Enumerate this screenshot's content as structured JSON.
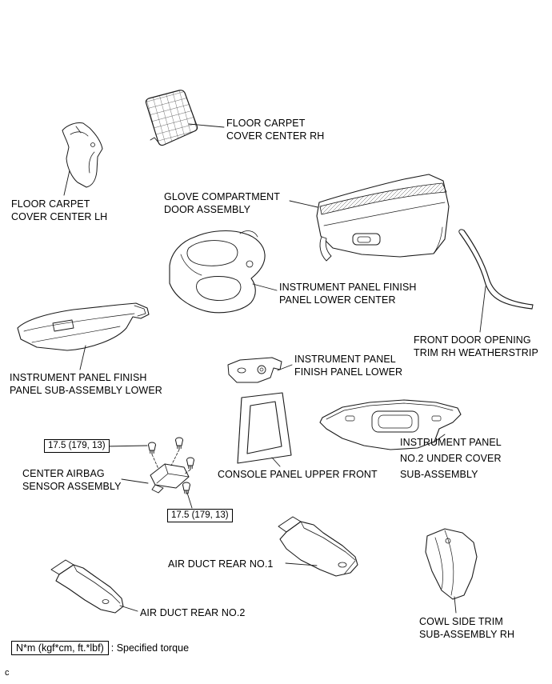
{
  "page": {
    "corner_mark": "c"
  },
  "colors": {
    "ink": "#1a1a1a",
    "background": "#ffffff"
  },
  "legend": {
    "torque_box": "N*m (kgf*cm, ft.*lbf)",
    "torque_desc": ": Specified torque"
  },
  "callouts": {
    "torque_1": "17.5 (179, 13)",
    "torque_2": "17.5 (179, 13)"
  },
  "labels": {
    "floor_carpet_cover_center_rh": "FLOOR CARPET\nCOVER CENTER RH",
    "floor_carpet_cover_center_lh": "FLOOR CARPET\nCOVER CENTER LH",
    "glove_compartment_door_assembly": "GLOVE COMPARTMENT\nDOOR ASSEMBLY",
    "instrument_panel_finish_panel_lower_center": "INSTRUMENT PANEL FINISH\nPANEL LOWER CENTER",
    "front_door_opening_trim_rh_weatherstrip": "FRONT DOOR OPENING\nTRIM RH WEATHERSTRIP",
    "instrument_panel_finish_panel_sub_assembly_lower": "INSTRUMENT PANEL FINISH\nPANEL SUB-ASSEMBLY LOWER",
    "instrument_panel_finish_panel_lower": "INSTRUMENT PANEL\nFINISH PANEL LOWER",
    "console_panel_upper_front": "CONSOLE PANEL UPPER FRONT",
    "instrument_panel_no2_under_cover_sub_assembly": "INSTRUMENT PANEL\nNO.2 UNDER COVER\nSUB-ASSEMBLY",
    "center_airbag_sensor_assembly": "CENTER AIRBAG\nSENSOR ASSEMBLY",
    "air_duct_rear_no1": "AIR DUCT REAR NO.1",
    "air_duct_rear_no2": "AIR DUCT REAR NO.2",
    "cowl_side_trim_sub_assembly_rh": "COWL SIDE TRIM\nSUB-ASSEMBLY RH"
  }
}
